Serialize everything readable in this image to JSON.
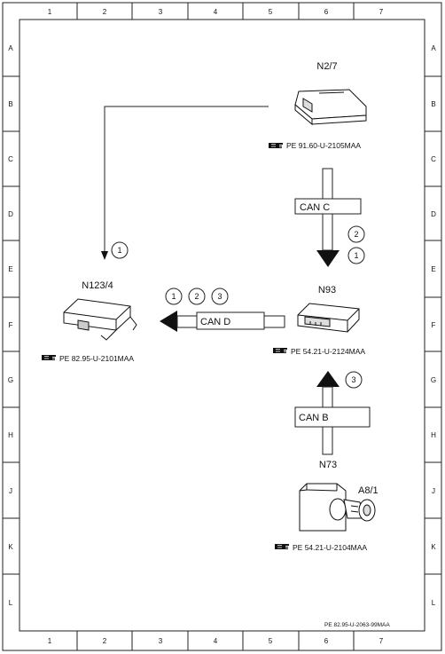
{
  "frame": {
    "columns": [
      "1",
      "2",
      "3",
      "4",
      "5",
      "6",
      "7"
    ],
    "rows": [
      "A",
      "B",
      "C",
      "D",
      "E",
      "F",
      "G",
      "H",
      "J",
      "K",
      "L"
    ]
  },
  "components": {
    "n2_7": {
      "label": "N2/7",
      "reference": "PE 91.60-U-2105MAA"
    },
    "n123_4": {
      "label": "N123/4",
      "reference": "PE 82.95-U-2101MAA"
    },
    "n93": {
      "label": "N93",
      "reference": "PE 54.21-U-2124MAA"
    },
    "n73": {
      "label": "N73",
      "sub_label": "A8/1",
      "reference": "PE 54.21-U-2104MAA"
    }
  },
  "buses": {
    "can_c": "CAN C",
    "can_d": "CAN D",
    "can_b": "CAN B"
  },
  "markers": {
    "n123_line": "1",
    "can_c_upper": "2",
    "can_c_lower": "1",
    "can_d": [
      "1",
      "2",
      "3"
    ],
    "can_b": "3"
  },
  "document_id": "PE 82.95-U-2063-99MAA"
}
